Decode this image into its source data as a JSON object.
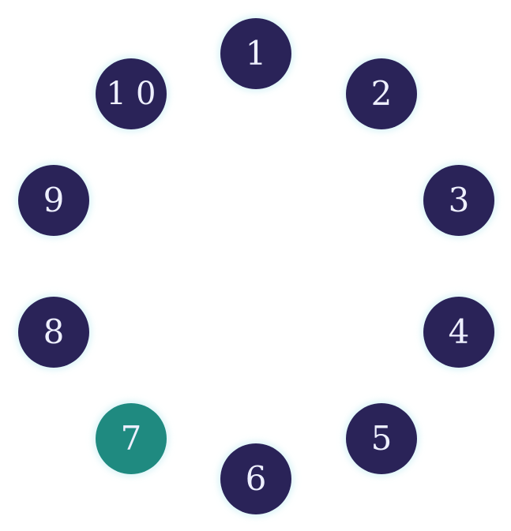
{
  "colors": {
    "default_fill": "#2a2358",
    "selected_fill": "#1f8a80",
    "text": "#eef0ff",
    "glow": "#bfeef2"
  },
  "buttons": [
    {
      "id": "1",
      "label": "1",
      "selected": false
    },
    {
      "id": "2",
      "label": "2",
      "selected": false
    },
    {
      "id": "3",
      "label": "3",
      "selected": false
    },
    {
      "id": "4",
      "label": "4",
      "selected": false
    },
    {
      "id": "5",
      "label": "5",
      "selected": false
    },
    {
      "id": "6",
      "label": "6",
      "selected": false
    },
    {
      "id": "7",
      "label": "7",
      "selected": true
    },
    {
      "id": "8",
      "label": "8",
      "selected": false
    },
    {
      "id": "9",
      "label": "9",
      "selected": false
    },
    {
      "id": "10",
      "label": "10",
      "selected": false
    }
  ]
}
